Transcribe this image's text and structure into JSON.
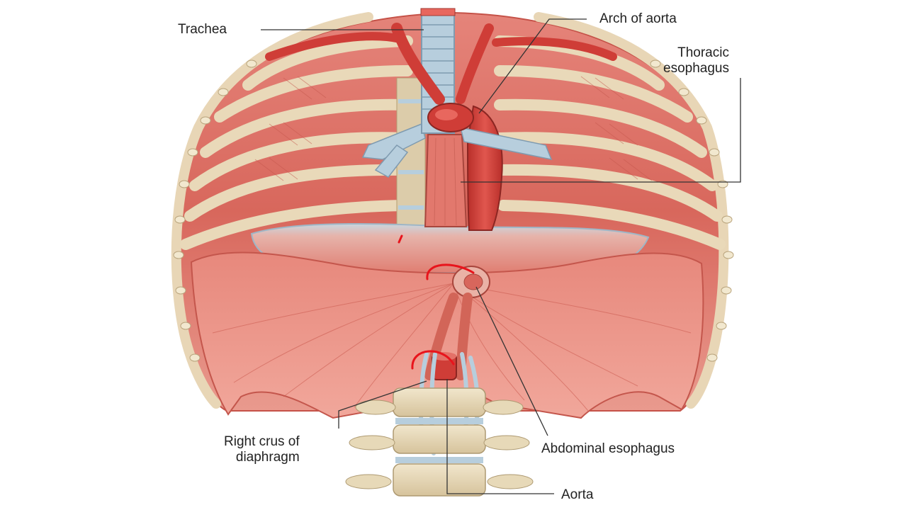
{
  "labels": {
    "trachea": "Trachea",
    "arch_of_aorta": "Arch of aorta",
    "thoracic_esophagus_line1": "Thoracic",
    "thoracic_esophagus_line2": "esophagus",
    "abdominal_esophagus": "Abdominal esophagus",
    "right_crus_line1": "Right crus of",
    "right_crus_line2": "diaphragm",
    "aorta": "Aorta"
  },
  "colors": {
    "muscle": "#d9675e",
    "muscle_light": "#eb9a8e",
    "artery": "#cf3d37",
    "rib": "#e9d9b9",
    "cartilage": "#b7cedd",
    "tendon": "#c9d8e4",
    "annotation_ink": "#e8141c",
    "leader_line": "#333333"
  }
}
